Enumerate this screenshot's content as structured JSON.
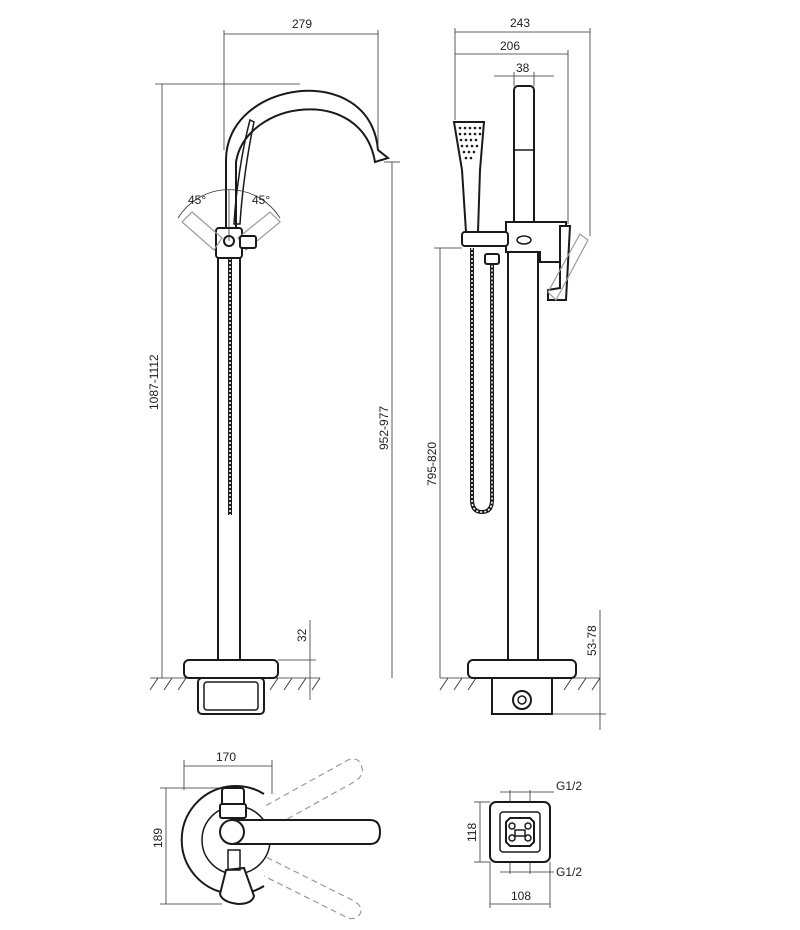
{
  "colors": {
    "line": "#1a1a1a",
    "ghost": "#9a9a9a",
    "dimension": "#333333",
    "background": "#ffffff"
  },
  "views": {
    "front": {
      "width": "279",
      "total_height": "1087-1112",
      "spout_height": "952-977",
      "base_height": "32",
      "handle_angle_left": "45°",
      "handle_angle_right": "45°"
    },
    "side": {
      "overall_depth": "243",
      "depth_to_spout": "206",
      "column_diameter": "38",
      "shower_holder_height": "795-820",
      "base_range": "53-78"
    },
    "top": {
      "width": "170",
      "depth": "189"
    },
    "box": {
      "connection_top": "G1/2",
      "connection_bottom": "G1/2",
      "height": "118",
      "width": "108"
    }
  }
}
